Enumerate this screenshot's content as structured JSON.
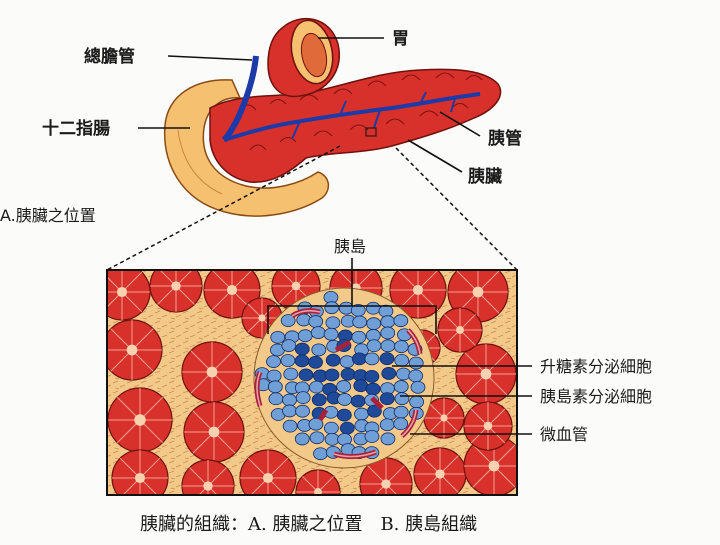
{
  "labels": {
    "stomach": "胃",
    "common_bile_duct": "總膽管",
    "duodenum": "十二指腸",
    "pancreatic_duct": "胰管",
    "pancreas": "胰臟",
    "panel_a": "A.胰臟之位置",
    "islet": "胰島",
    "glucagon_cells": "升糖素分泌細胞",
    "insulin_cells": "胰島素分泌細胞",
    "capillary": "微血管"
  },
  "caption": "胰臟的組織：A. 胰臟之位置　B. 胰島組織",
  "colors": {
    "acinus": "#d8302a",
    "acinus_light": "#f0604e",
    "tissue": "#f3c98a",
    "islet_light": "#6f9fd6",
    "islet_dark": "#1f4a9a",
    "capillary": "#a8203a",
    "duodenum": "#f6c071",
    "duct": "#1c3aa8"
  }
}
